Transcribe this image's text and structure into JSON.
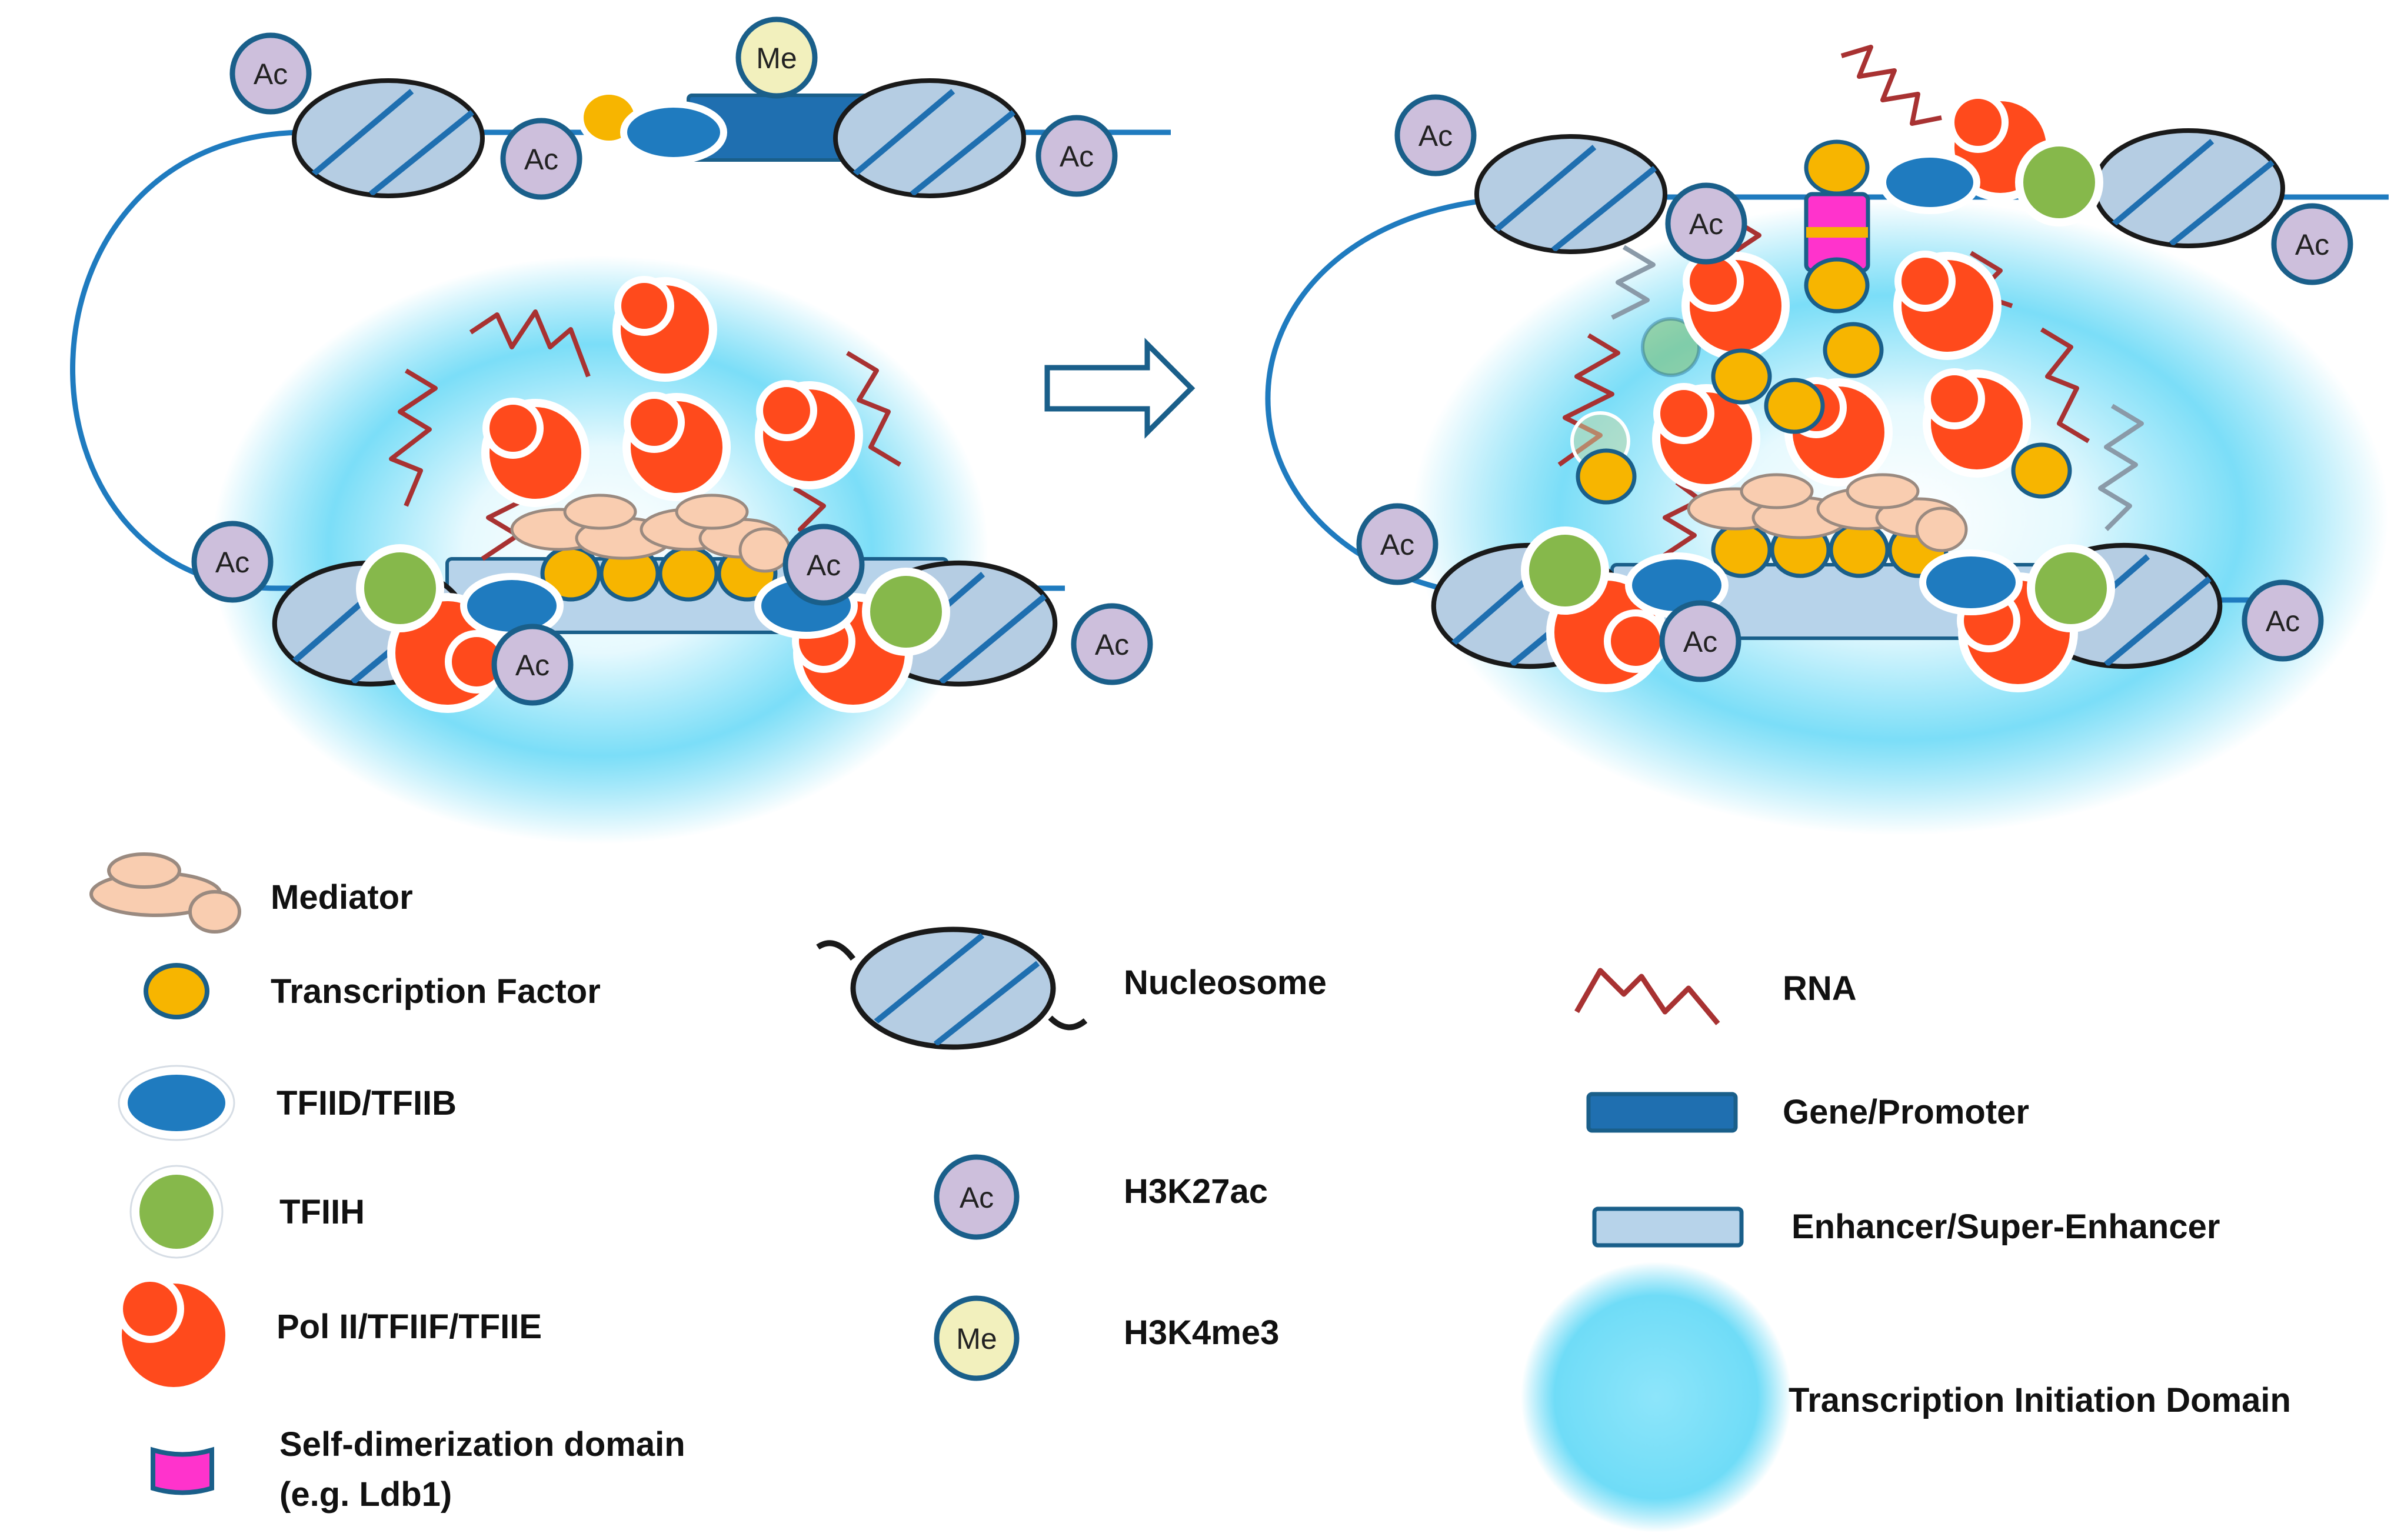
{
  "colors": {
    "dna_line": "#1f7bbf",
    "tf_fill": "#f7b500",
    "tf_stroke": "#1a5f8a",
    "tfiid_fill": "#1f7bbf",
    "tfiih_fill": "#86b84b",
    "pol2_fill": "#ff4a1c",
    "mediator_fill": "#f9cdb0",
    "mediator_stroke": "#9a8a80",
    "nucleosome_fill": "#b5cde3",
    "nucleosome_stroke": "#1a1a1a",
    "ac_fill": "#cdbfdc",
    "me_fill": "#f2f0bd",
    "mark_stroke": "#1a5f8a",
    "rna": "#a83232",
    "gene_fill": "#1f6fb0",
    "enhancer_fill": "#b7d3ea",
    "dimer_fill": "#ff33cc",
    "domain_glow": "#5fd6f5",
    "arrow_stroke": "#1a5f8a"
  },
  "icons": {
    "transition_arrow": "right-arrow-icon"
  },
  "marks": {
    "acetyl": "Ac",
    "methyl": "Me"
  },
  "legend": {
    "mediator": "Mediator",
    "transcription_factor": "Transcription Factor",
    "tfiid_tfiib": "TFIID/TFIIB",
    "tfiih": "TFIIH",
    "pol2": "Pol II/TFIIF/TFIIE",
    "self_dimerization_line1": "Self-dimerization domain",
    "self_dimerization_line2": "(e.g. Ldb1)",
    "nucleosome": "Nucleosome",
    "h3k27ac": "H3K27ac",
    "h3k4me3": "H3K4me3",
    "rna": "RNA",
    "gene_promoter": "Gene/Promoter",
    "enhancer": "Enhancer/Super-Enhancer",
    "tid": "Transcription Initiation Domain"
  }
}
